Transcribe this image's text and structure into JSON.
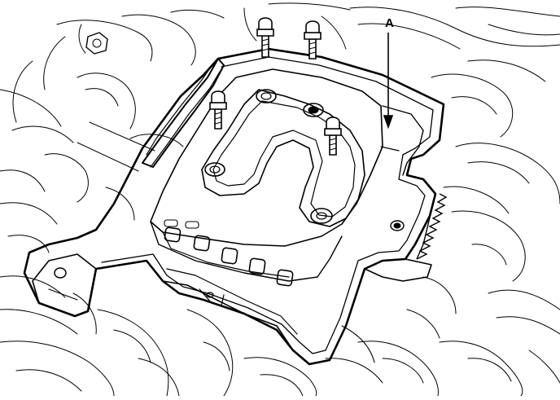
{
  "diagram": {
    "callout_label": "A",
    "colors": {
      "ink": "#000000",
      "paper": "#ffffff"
    },
    "parts": [
      "battery-tray",
      "mounting-bolt",
      "bolt-hole",
      "engine-bay-background"
    ]
  }
}
